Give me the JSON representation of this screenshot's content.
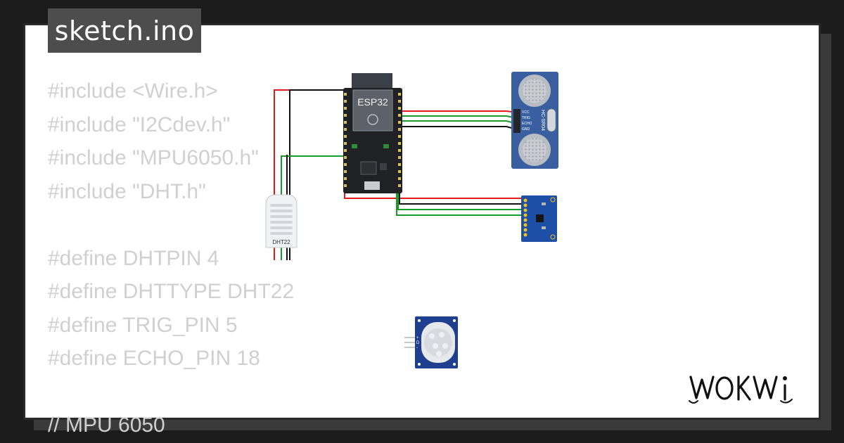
{
  "file": {
    "name": "sketch.ino"
  },
  "code_lines": [
    "#include <Wire.h>",
    "#include \"I2Cdev.h\"",
    "#include \"MPU6050.h\"",
    "#include \"DHT.h\"",
    "",
    "#define DHTPIN 4",
    "#define DHTTYPE DHT22",
    "#define TRIG_PIN 5",
    "#define ECHO_PIN 18",
    "",
    "// MPU 6050"
  ],
  "components": {
    "esp32": {
      "label": "ESP32"
    },
    "dht22": {
      "label": "DHT22"
    },
    "ultrasonic": {
      "label": "HC-SR04",
      "pins": [
        "VCC",
        "TRIG",
        "ECHO",
        "GND"
      ]
    },
    "pir": {
      "pins": [
        "+",
        "D",
        "-"
      ]
    }
  },
  "brand": {
    "logo_text": "WOKWi"
  },
  "colors": {
    "wire_power": "#e11b1b",
    "wire_ground": "#111111",
    "wire_signal": "#1a9a2a",
    "board_blue": "#1e4fa6",
    "sensor_blue": "#3a5fa0",
    "code_text": "#d0d0d0"
  }
}
